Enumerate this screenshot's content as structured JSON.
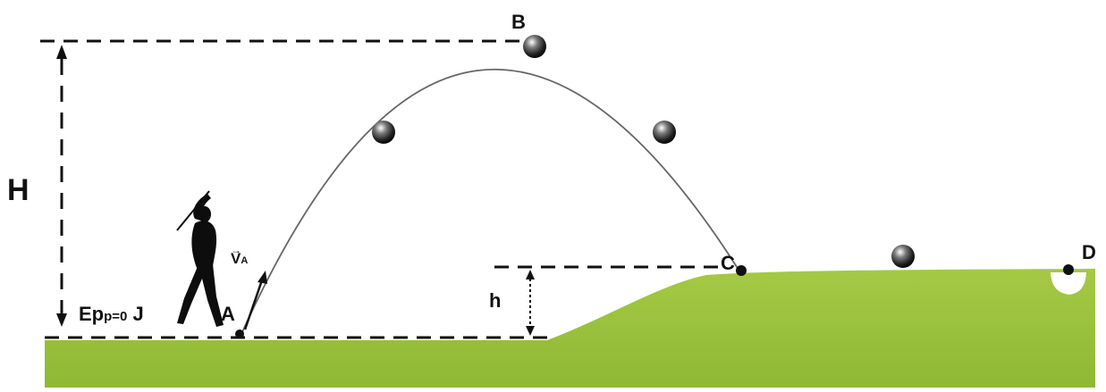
{
  "labels": {
    "H": "H",
    "h": "h",
    "A": "A",
    "B": "B",
    "C": "C",
    "D": "D",
    "ep_main": "Ep",
    "ep_sub": "p=0",
    "ep_unit": " J",
    "velocity": "V",
    "velocity_sub": "A"
  },
  "colors": {
    "grass": "#9bc23c",
    "grass_dark": "#86ad2e",
    "ball": "#1c1c1c",
    "dash": "#111111",
    "trajectory": "#555555",
    "hole": "#ffffff"
  }
}
